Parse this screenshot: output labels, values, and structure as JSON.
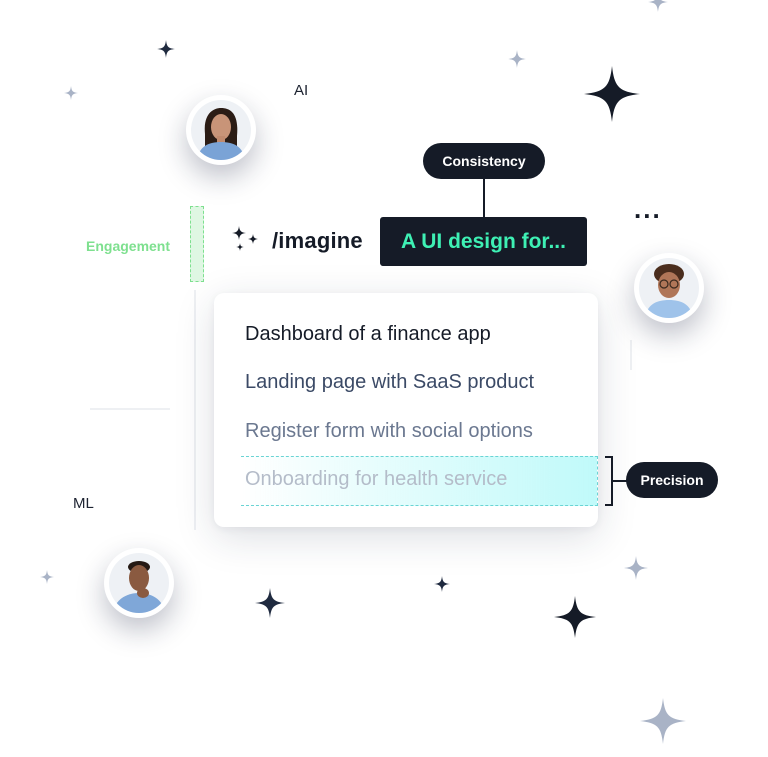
{
  "labels": {
    "ai": "AI",
    "ml": "ML",
    "engagement": "Engagement"
  },
  "pills": {
    "consistency": "Consistency",
    "precision": "Precision"
  },
  "command": {
    "text": "/imagine",
    "prompt": "A UI design for..."
  },
  "suggestions": [
    "Dashboard of a finance app",
    "Landing page with SaaS product",
    "Register form with social options",
    "Onboarding for health service"
  ],
  "more_indicator": "...",
  "icons": {
    "sparkles": "sparkles-icon",
    "star": "star-icon",
    "more": "more-dots-icon"
  },
  "colors": {
    "dark": "#151b27",
    "accent_green": "#7ee08f",
    "prompt_text": "#3ef0b4",
    "star_dark": "#1f2a3f",
    "star_light": "#a9b3c6"
  }
}
